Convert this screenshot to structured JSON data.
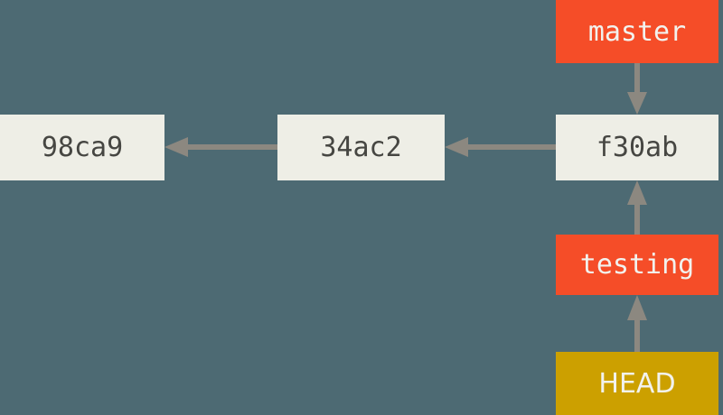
{
  "diagram": {
    "title": "git-branching-commit-graph",
    "background_color": "#4d6a73",
    "colors": {
      "commit_box": "#eeeee6",
      "commit_text": "#464642",
      "branch_box": "#f54d28",
      "branch_text": "#f2f2ee",
      "head_box": "#cca000",
      "head_text": "#f2f2ee",
      "arrow": "#8c8880"
    }
  },
  "commits": [
    {
      "id": "commit-98ca9",
      "label": "98ca9"
    },
    {
      "id": "commit-34ac2",
      "label": "34ac2"
    },
    {
      "id": "commit-f30ab",
      "label": "f30ab"
    }
  ],
  "branches": [
    {
      "id": "branch-master",
      "label": "master"
    },
    {
      "id": "branch-testing",
      "label": "testing"
    }
  ],
  "pointers": [
    {
      "id": "head-pointer",
      "label": "HEAD"
    }
  ],
  "edges": [
    {
      "id": "edge-34ac2-to-98ca9",
      "from": "34ac2",
      "to": "98ca9",
      "direction": "left"
    },
    {
      "id": "edge-f30ab-to-34ac2",
      "from": "f30ab",
      "to": "34ac2",
      "direction": "left"
    },
    {
      "id": "edge-master-to-f30ab",
      "from": "master",
      "to": "f30ab",
      "direction": "down"
    },
    {
      "id": "edge-testing-to-f30ab",
      "from": "testing",
      "to": "f30ab",
      "direction": "up"
    },
    {
      "id": "edge-head-to-testing",
      "from": "HEAD",
      "to": "testing",
      "direction": "up"
    }
  ]
}
